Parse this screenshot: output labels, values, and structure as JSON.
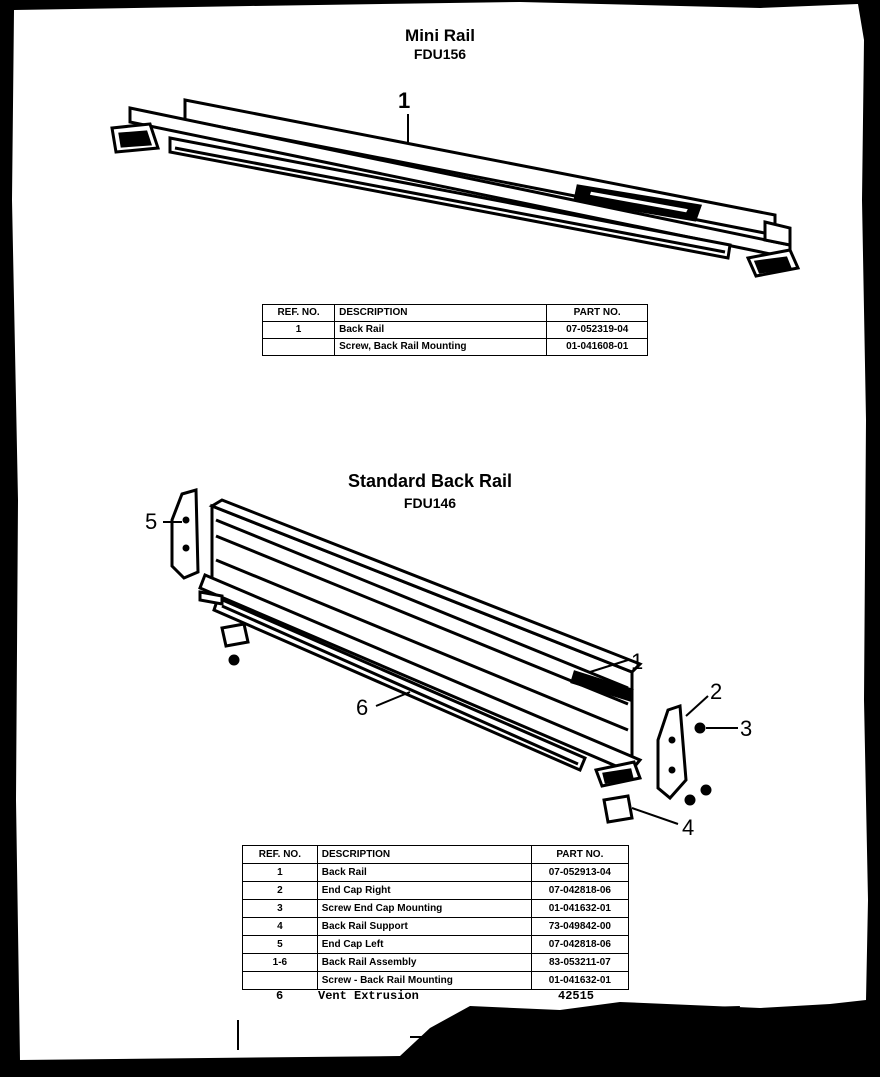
{
  "mini_rail": {
    "title": "Mini Rail",
    "model": "FDU156",
    "callout_1": "1",
    "table": {
      "headers": [
        "REF. NO.",
        "DESCRIPTION",
        "PART NO."
      ],
      "rows": [
        {
          "ref": "1",
          "description": "Back Rail",
          "part": "07-052319-04"
        },
        {
          "ref": "",
          "description": "Screw, Back Rail Mounting",
          "part": "01-041608-01"
        }
      ]
    }
  },
  "standard_back_rail": {
    "title": "Standard Back Rail",
    "model": "FDU146",
    "callouts": [
      "1",
      "2",
      "3",
      "4",
      "5",
      "6"
    ],
    "table": {
      "headers": [
        "REF. NO.",
        "DESCRIPTION",
        "PART NO."
      ],
      "rows": [
        {
          "ref": "1",
          "description": "Back Rail",
          "part": "07-052913-04"
        },
        {
          "ref": "2",
          "description": "End Cap Right",
          "part": "07-042818-06"
        },
        {
          "ref": "3",
          "description": "Screw End Cap Mounting",
          "part": "01-041632-01"
        },
        {
          "ref": "4",
          "description": "Back Rail Support",
          "part": "73-049842-00"
        },
        {
          "ref": "5",
          "description": "End Cap Left",
          "part": "07-042818-06"
        },
        {
          "ref": "1-6",
          "description": "Back Rail Assembly",
          "part": "83-053211-07"
        },
        {
          "ref": "",
          "description": "Screw - Back Rail Mounting",
          "part": "01-041632-01"
        }
      ],
      "extra_row": {
        "ref": "6",
        "description": "Vent Extrusion",
        "part": "42515"
      }
    }
  }
}
